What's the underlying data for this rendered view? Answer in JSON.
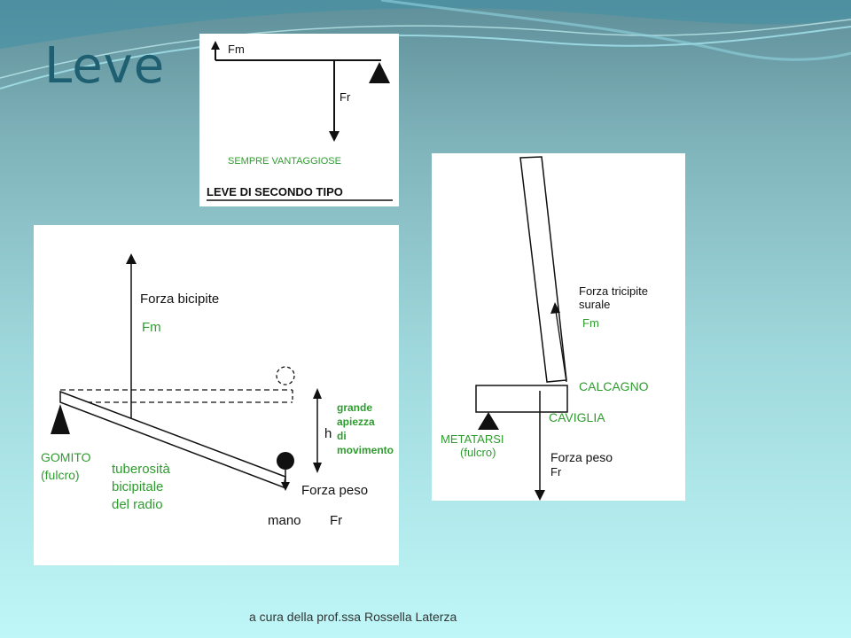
{
  "slide": {
    "title": "Leve",
    "footer": "a cura della prof.ssa Rossella Laterza"
  },
  "diagram_top": {
    "fm_label": "Fm",
    "fr_label": "Fr",
    "caption": "SEMPRE VANTAGGIOSE",
    "heading": "LEVE DI SECONDO TIPO"
  },
  "diagram_arm": {
    "force_label": "Forza bicipite",
    "fm_label": "Fm",
    "fulcrum_label": "GOMITO",
    "fulcrum_sub": "(fulcro)",
    "insertion_line1": "tuberosità",
    "insertion_line2": "bicipitale",
    "insertion_line3": "del radio",
    "h_label": "h",
    "range_line1": "grande",
    "range_line2": "apiezza",
    "range_line3": "di",
    "range_line4": "movimento",
    "weight_label": "Forza peso",
    "hand_label": "mano",
    "fr_label": "Fr"
  },
  "diagram_foot": {
    "force_line1": "Forza tricipite",
    "force_line2": "surale",
    "fm_label": "Fm",
    "heel_label": "CALCAGNO",
    "ankle_label": "CAVIGLIA",
    "fulcrum_label": "METATARSI",
    "fulcrum_sub": "(fulcro)",
    "weight_label": "Forza peso",
    "fr_label": "Fr"
  },
  "colors": {
    "title": "#1f5f72",
    "label_green": "#2e9c2e",
    "label_black": "#111111"
  }
}
